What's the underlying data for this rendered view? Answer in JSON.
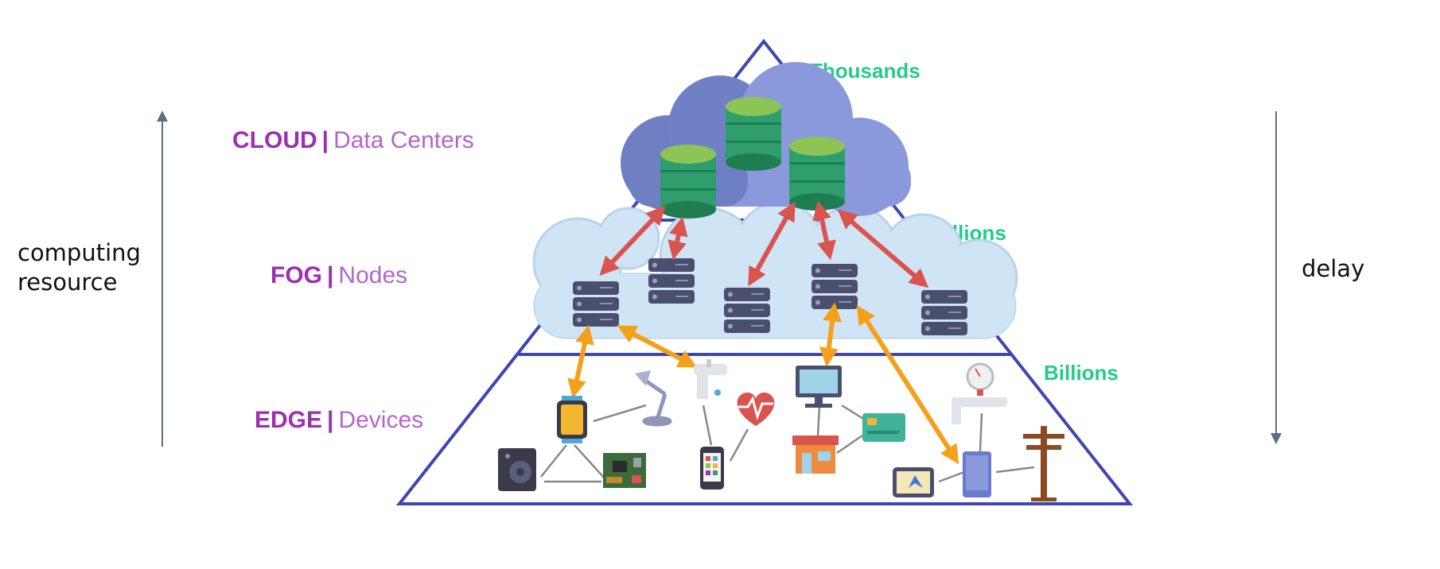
{
  "left_axis": {
    "label_line1": "computing",
    "label_line2": "resource"
  },
  "right_axis": {
    "label": "delay"
  },
  "layers": [
    {
      "id": "cloud",
      "keyword": "CLOUD",
      "separator": "|",
      "description": "Data Centers",
      "count": "Thousands"
    },
    {
      "id": "fog",
      "keyword": "FOG",
      "separator": "|",
      "description": "Nodes",
      "count": "Millions"
    },
    {
      "id": "edge",
      "keyword": "EDGE",
      "separator": "|",
      "description": "Devices",
      "count": "Billions"
    }
  ],
  "colors": {
    "pyramid_outline": "#3d47b0",
    "cloud_fill": "#7f8fd6",
    "fog_fill": "#cfe5f6",
    "database": "#2e9e6c",
    "server": "#4b4f6e",
    "cloud_fog_arrows": "#d9534f",
    "fog_edge_arrows": "#f5a01a",
    "axis_arrows": "#5a6e86",
    "layer_keyword": "#9b30b0",
    "count_text": "#22cc88"
  },
  "icons": [
    "database-icon",
    "server-icon",
    "smartwatch-icon",
    "lamp-icon",
    "faucet-icon",
    "heart-rate-icon",
    "monitor-icon",
    "pressure-gauge-icon",
    "speaker-icon",
    "circuit-board-icon",
    "smartphone-icon",
    "store-icon",
    "credit-card-icon",
    "gps-tablet-icon",
    "tablet-icon",
    "power-pole-icon"
  ]
}
